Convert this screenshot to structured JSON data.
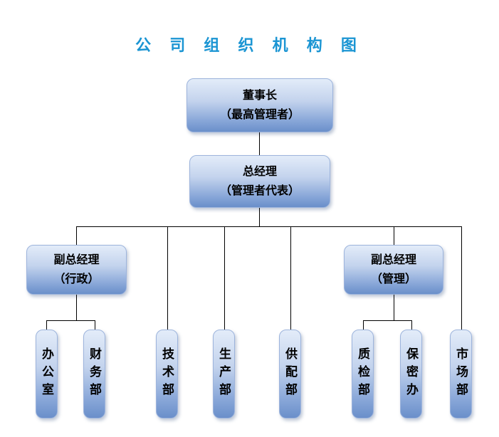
{
  "title": "公 司 组 织 机 构 图",
  "colors": {
    "title_text": "#1b95d3",
    "box_gradient_top": "#e3ecf9",
    "box_gradient_bottom": "#6a8fca",
    "box_text": "#000000",
    "connector": "#000000",
    "background": "#ffffff"
  },
  "chart": {
    "chairman": {
      "title": "董事长",
      "subtitle": "（最高管理者）"
    },
    "general_manager": {
      "title": "总经理",
      "subtitle": "（管理者代表）"
    },
    "deputy_admin": {
      "title": "副总经理",
      "subtitle": "（行政）"
    },
    "deputy_management": {
      "title": "副总经理",
      "subtitle": "（管理）"
    },
    "departments": [
      {
        "name": "办公室",
        "parent": "deputy_admin"
      },
      {
        "name": "财务部",
        "parent": "deputy_admin"
      },
      {
        "name": "技术部",
        "parent": "general_manager"
      },
      {
        "name": "生产部",
        "parent": "general_manager"
      },
      {
        "name": "供配部",
        "parent": "general_manager"
      },
      {
        "name": "质检部",
        "parent": "deputy_management"
      },
      {
        "name": "保密办",
        "parent": "deputy_management"
      },
      {
        "name": "市场部",
        "parent": "general_manager"
      }
    ]
  }
}
